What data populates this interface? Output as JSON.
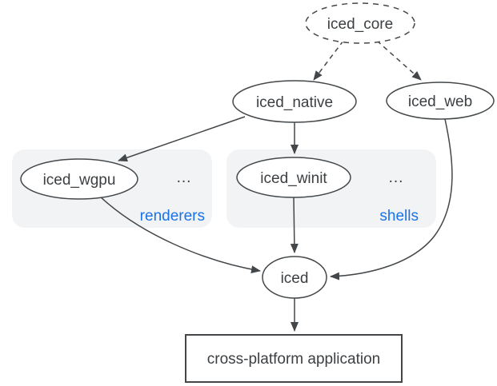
{
  "diagram": {
    "nodes": {
      "iced_core": {
        "label": "iced_core",
        "shape": "ellipse",
        "border": "dashed"
      },
      "iced_native": {
        "label": "iced_native",
        "shape": "ellipse",
        "border": "solid"
      },
      "iced_web": {
        "label": "iced_web",
        "shape": "ellipse",
        "border": "solid"
      },
      "iced_wgpu": {
        "label": "iced_wgpu",
        "shape": "ellipse",
        "border": "solid"
      },
      "iced_winit": {
        "label": "iced_winit",
        "shape": "ellipse",
        "border": "solid"
      },
      "iced": {
        "label": "iced",
        "shape": "ellipse",
        "border": "solid"
      },
      "application": {
        "label": "cross-platform application",
        "shape": "rectangle",
        "border": "solid"
      }
    },
    "groups": {
      "renderers": {
        "label": "renderers",
        "ellipsis": "...",
        "contains": [
          "iced_wgpu"
        ]
      },
      "shells": {
        "label": "shells",
        "ellipsis": "...",
        "contains": [
          "iced_winit"
        ]
      }
    },
    "edges": [
      {
        "from": "iced_core",
        "to": "iced_native",
        "style": "dashed"
      },
      {
        "from": "iced_core",
        "to": "iced_web",
        "style": "dashed"
      },
      {
        "from": "iced_native",
        "to": "iced_wgpu",
        "style": "solid"
      },
      {
        "from": "iced_native",
        "to": "iced_winit",
        "style": "solid"
      },
      {
        "from": "iced_wgpu",
        "to": "iced",
        "style": "solid"
      },
      {
        "from": "iced_winit",
        "to": "iced",
        "style": "solid"
      },
      {
        "from": "iced_web",
        "to": "iced",
        "style": "solid"
      },
      {
        "from": "iced",
        "to": "application",
        "style": "solid"
      }
    ],
    "colors": {
      "background": "#ffffff",
      "node_fill": "#ffffff",
      "node_stroke": "#43474a",
      "text": "#3c4043",
      "group_fill": "#f1f3f4",
      "group_label": "#1a73e8"
    }
  }
}
